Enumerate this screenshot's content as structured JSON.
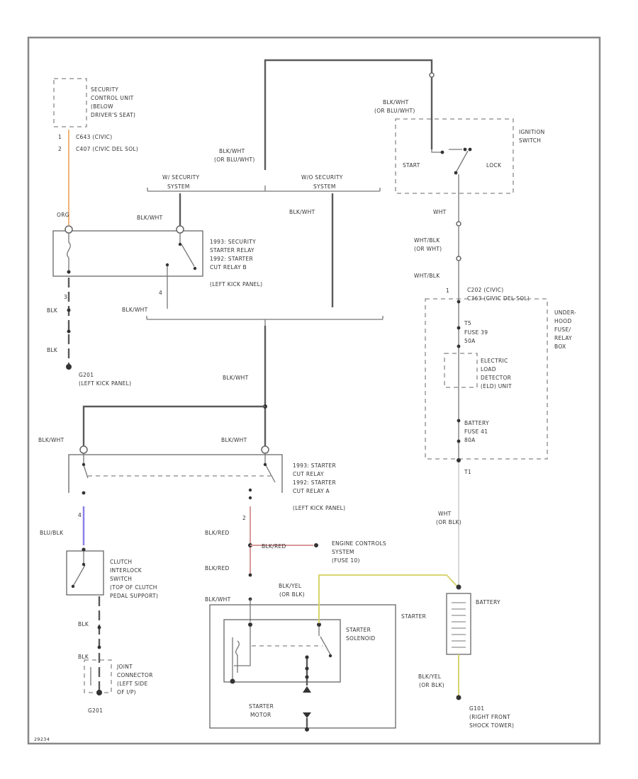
{
  "colors": {
    "wire": "#5a5a5a",
    "orange_wire": "#f2b277",
    "blue_wire": "#8a80e8",
    "red_wire": "#d89a9a",
    "yellow_wire": "#d8d470",
    "light_wire": "#cfcfcf"
  },
  "labels": {
    "security_unit": [
      "SECURITY",
      "CONTROL UNIT",
      "(BELOW",
      "DRIVER'S SEAT)"
    ],
    "pin1": "1",
    "pin2": "2",
    "c_label": [
      "C643 (CIVIC)",
      "C407 (CIVIC DEL SOL)"
    ],
    "org": "ORG",
    "bw_top": [
      "BLK/WHT",
      "(OR BLU/WHT)"
    ],
    "bw_ign": [
      "BLK/WHT",
      "(OR BLU/WHT)"
    ],
    "w_security": [
      "W/ SECURITY",
      "SYSTEM"
    ],
    "wo_security": [
      "W/O SECURITY",
      "SYSTEM"
    ],
    "ign_switch": [
      "IGNITION",
      "SWITCH"
    ],
    "start": "START",
    "lock": "LOCK",
    "blkwht_a": "BLK/WHT",
    "blkwht_b": "BLK/WHT",
    "blkwht_c": "BLK/WHT",
    "blkwht_d": "BLK/WHT",
    "blkwht_e": "BLK/WHT",
    "blkwht_f": "BLK/WHT",
    "blkwht_g": "BLK/WHT",
    "relay1": [
      "1993: SECURITY",
      "STARTER RELAY",
      "1992: STARTER",
      "CUT RELAY B",
      "(LEFT KICK PANEL)"
    ],
    "pin3": "3",
    "pin4": "4",
    "blk1": "BLK",
    "blk2": "BLK",
    "g_left": [
      "G201",
      "(LEFT KICK PANEL)"
    ],
    "wht": "WHT",
    "wht_blk1": [
      "WHT/BLK",
      "(OR WHT)"
    ],
    "wht_blk2": "WHT/BLK",
    "c202": [
      "C202 (CIVIC)",
      "C363 (CIVIC DEL SOL)"
    ],
    "pin_c1": "1",
    "under_hood": [
      "UNDER-",
      "HOOD",
      "FUSE/",
      "RELAY",
      "BOX"
    ],
    "t5": "T5",
    "fuse39": [
      "FUSE 39",
      "50A"
    ],
    "eld": [
      "ELECTRIC",
      "LOAD",
      "DETECTOR",
      "(ELD) UNIT"
    ],
    "battery_fuse": [
      "BATTERY",
      "FUSE 41",
      "80A"
    ],
    "t1": "T1",
    "relay2": [
      "1993: STARTER",
      "CUT RELAY",
      "1992: STARTER",
      "CUT RELAY A",
      "(LEFT KICK PANEL)"
    ],
    "pin4b": "4",
    "pin2b": "2",
    "blu_blk": "BLU/BLK",
    "blk_red1": "BLK/RED",
    "blk_red2": "BLK/RED",
    "blk_red3": "BLK/RED",
    "engine_ctrl": [
      "ENGINE CONTROLS",
      "SYSTEM",
      "(FUSE 10)"
    ],
    "wht_orblk": [
      "WHT",
      "(OR BLK)"
    ],
    "clutch": [
      "CLUTCH",
      "INTERLOCK",
      "SWITCH",
      "(TOP OF CLUTCH",
      "PEDAL SUPPORT)"
    ],
    "blk_yel1": [
      "BLK/YEL",
      "(OR BLK)"
    ],
    "starter": "STARTER",
    "battery": "BATTERY",
    "starter_solenoid": [
      "STARTER",
      "SOLENOID"
    ],
    "blk3": "BLK",
    "blk4": "BLK",
    "joint": [
      "JOINT",
      "CONNECTOR",
      "(LEFT SIDE",
      "OF I/P)"
    ],
    "g201b": "G201",
    "starter_motor": [
      "STARTER",
      "MOTOR"
    ],
    "blk_yel2": [
      "BLK/YEL",
      "(OR BLK)"
    ],
    "g101": [
      "G101",
      "(RIGHT FRONT",
      "SHOCK TOWER)"
    ],
    "code": "29234"
  }
}
